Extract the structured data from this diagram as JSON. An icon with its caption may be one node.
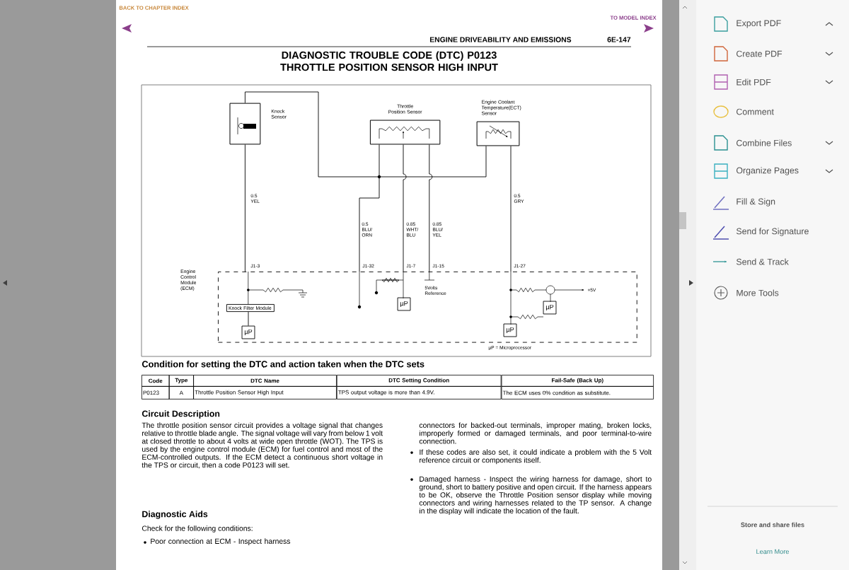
{
  "diagram": {
    "title": "DIAGNOSTIC TROUBLE CODE (DTC) P0123 THROTTLE POSITION SENSOR HIGH INPUT",
    "nodes": [
      {
        "text": [
          "Knock Sensor"
        ]
      },
      {
        "text": [
          "Throttle Position Sensor"
        ]
      },
      {
        "text": [
          "Engine Coolant Temperature(ECT) Sensor"
        ]
      },
      {
        "text": [
          "Engine Control Module (ECM)"
        ]
      },
      {
        "text": [
          "Knock Filter Module"
        ],
        "in": 3
      },
      {
        "text": [
          "µP"
        ],
        "in": 3
      },
      {
        "text": [
          "µP"
        ],
        "in": 3
      },
      {
        "text": [
          "µP"
        ],
        "in": 3
      },
      {
        "text": [
          "µP"
        ],
        "in": 3
      }
    ],
    "edges": [
      {
        "from": 0,
        "to": 2,
        "arrow": "none"
      },
      {
        "from": 0,
        "to": 3,
        "arrow": "none",
        "label": "0.5 YEL"
      },
      {
        "from": 1,
        "to": 3,
        "arrow": "none",
        "label": "0.5 BLU/ ORN"
      },
      {
        "from": 1,
        "to": 3,
        "arrow": "none",
        "label": "0.85 WHT/ BLU"
      },
      {
        "from": 1,
        "to": 3,
        "arrow": "none",
        "label": "0.85 BLU/ YEL"
      },
      {
        "from": 2,
        "to": 3,
        "arrow": "none",
        "label": "0.5 GRY"
      },
      {
        "from": 4,
        "to": 5,
        "arrow": "none"
      }
    ],
    "labels": [
      "BACK TO CHAPTER INDEX",
      "TO MODEL INDEX",
      "ENGINE DRIVEABILITY AND EMISSIONS",
      "6E-147",
      "J1-3",
      "J1-32",
      "J1-7",
      "J1-15",
      "J1-27",
      "5Volts Reference",
      "+5V",
      "µP = Microprocessor",
      "Condition for setting the DTC and action taken when the DTC sets",
      "Code",
      "Type",
      "DTC Name",
      "DTC Setting Condition",
      "Fail-Safe (Back Up)",
      "P0123",
      "A",
      "Throttle Position Sensor High Input",
      "TPS output voltage is more than 4.9V.",
      "The ECM uses 0% condition as substitute.",
      "Circuit Description",
      "The throttle position sensor circuit provides a voltage signal that changes relative to throttle blade angle. The signal voltage will vary from below 1 volt at closed throttle to about 4 volts at wide open throttle (WOT). The TPS is used by the engine control module (ECM) for fuel control and most of the ECM-controlled outputs. If the ECM detect a continuous short voltage in the TPS or circuit, then a code P0123 will set.",
      "Diagnostic Aids",
      "Check for the following conditions:",
      "Poor connection at ECM - Inspect harness",
      "connectors for backed-out terminals, improper mating, broken locks, improperly formed or damaged terminals, and poor terminal-to-wire connection.",
      "If these codes are also set, it could indicate a problem with the 5 Volt reference circuit or components itself.",
      "Damaged harness - Inspect the wiring harness for damage, short to ground, short to battery positive and open circuit. If the harness appears to be OK, observe the Throttle Position sensor display while moving connectors and wiring harnesses related to the TP sensor. A change in the display will indicate the location of the fault.",
      "Export PDF",
      "Create PDF",
      "Edit PDF",
      "Comment",
      "Combine Files",
      "Organize Pages",
      "Fill & Sign",
      "Send for Signature",
      "Send & Track",
      "More Tools",
      "Store and share files",
      "Learn More"
    ]
  }
}
